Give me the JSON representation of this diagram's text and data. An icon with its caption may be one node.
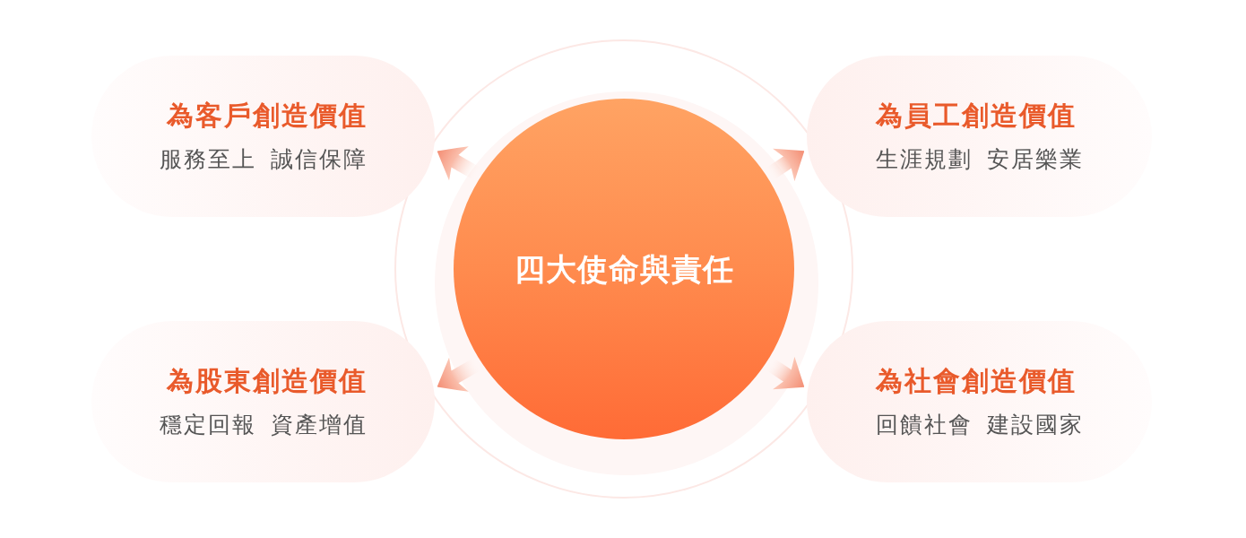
{
  "diagram": {
    "nodes": [
      {
        "text": [
          "四大使命與責任"
        ]
      },
      {
        "text": [
          "為客戶創造價值",
          "服務至上 誠信保障"
        ]
      },
      {
        "text": [
          "為員工創造價值",
          "生涯規劃 安居樂業"
        ]
      },
      {
        "text": [
          "為股東創造價值",
          "穩定回報 資產增值"
        ]
      },
      {
        "text": [
          "為社會創造價值",
          "回饋社會 建設國家"
        ]
      }
    ],
    "edges": [
      {
        "from": 0,
        "to": 1,
        "arrow": "to"
      },
      {
        "from": 0,
        "to": 2,
        "arrow": "to"
      },
      {
        "from": 0,
        "to": 3,
        "arrow": "to"
      },
      {
        "from": 0,
        "to": 4,
        "arrow": "to"
      }
    ]
  }
}
